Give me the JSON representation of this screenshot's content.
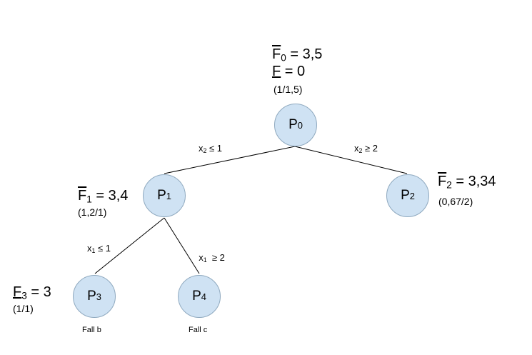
{
  "nodes": {
    "p0": {
      "letter": "P",
      "sub": "0"
    },
    "p1": {
      "letter": "P",
      "sub": "1"
    },
    "p2": {
      "letter": "P",
      "sub": "2"
    },
    "p3": {
      "letter": "P",
      "sub": "3"
    },
    "p4": {
      "letter": "P",
      "sub": "4"
    }
  },
  "p0_bounds": {
    "upper": {
      "letter": "F",
      "sub": "0",
      "value": " = 3,5"
    },
    "lower": {
      "letter": "F",
      "value": " = 0"
    },
    "solution": "(1/1,5)"
  },
  "p1_bounds": {
    "upper": {
      "letter": "F",
      "sub": "1",
      "value": " = 3,4"
    },
    "solution": "(1,2/1)"
  },
  "p2_bounds": {
    "upper": {
      "letter": "F",
      "sub": "2",
      "value": " = 3,34"
    },
    "solution": "(0,67/2)"
  },
  "p3_bounds": {
    "lower": {
      "letter": "F",
      "sub": "3",
      "value": " = 3"
    },
    "solution": "(1/1)"
  },
  "edges": {
    "e01": {
      "var": "x",
      "sub": "2",
      "rel": " ≤ 1"
    },
    "e02": {
      "var": "x",
      "sub": "2",
      "rel": " ≥ 2"
    },
    "e13": {
      "var": "x",
      "sub": "1",
      "rel": " ≤ 1"
    },
    "e14": {
      "var": "x",
      "sub": "1",
      "rel": "  ≥ 2"
    }
  },
  "cases": {
    "p3": "Fall b",
    "p4": "Fall c"
  }
}
